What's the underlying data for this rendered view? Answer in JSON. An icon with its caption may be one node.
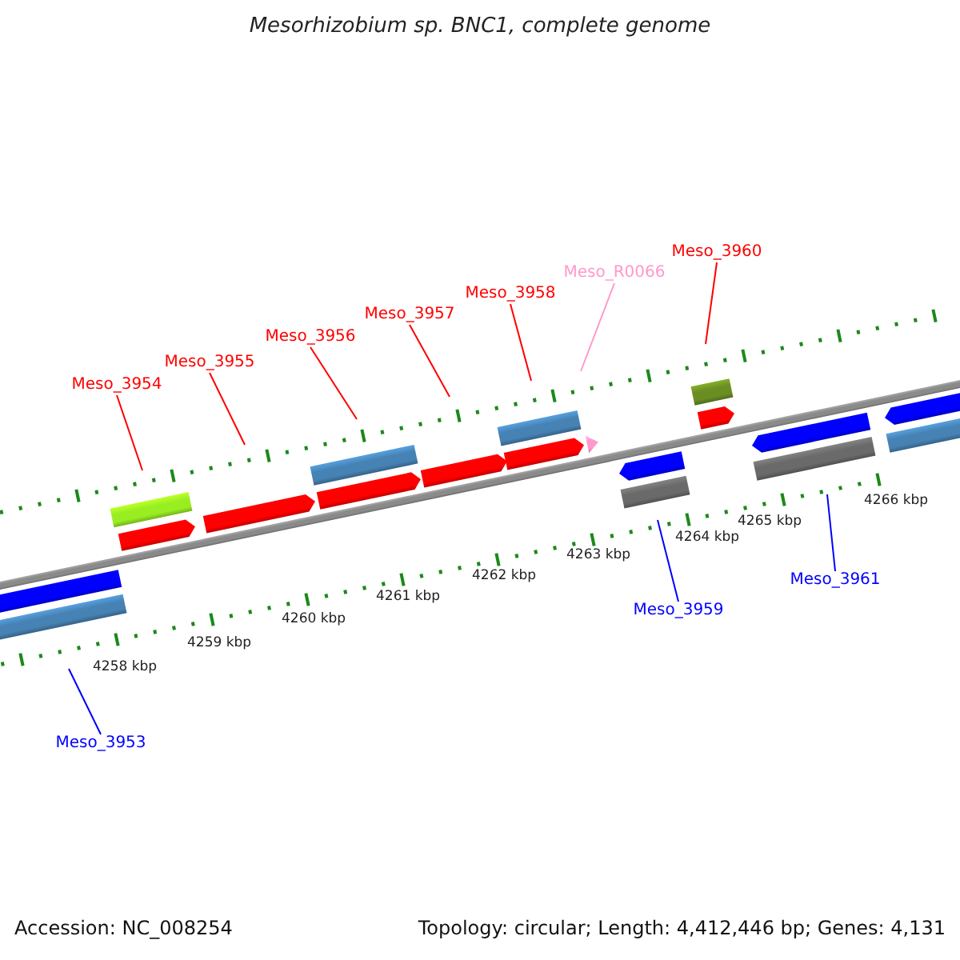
{
  "diagram": {
    "title": "Mesorhizobium sp. BNC1, complete genome",
    "nodes": [
      {
        "text": [
          "Meso_3954"
        ]
      },
      {
        "text": [
          "Meso_3955"
        ]
      },
      {
        "text": [
          "Meso_3956"
        ]
      },
      {
        "text": [
          "Meso_3957"
        ]
      },
      {
        "text": [
          "Meso_3958"
        ]
      },
      {
        "text": [
          "Meso_R0066"
        ]
      },
      {
        "text": [
          "Meso_3960"
        ]
      },
      {
        "text": [
          "Meso_3961"
        ]
      },
      {
        "text": [
          "Meso_3959"
        ]
      },
      {
        "text": [
          "Meso_3953"
        ]
      }
    ],
    "edges": [
      {
        "from": 0,
        "to": null,
        "arrow": "none"
      },
      {
        "from": 1,
        "to": null,
        "arrow": "none"
      },
      {
        "from": 2,
        "to": null,
        "arrow": "none"
      },
      {
        "from": 3,
        "to": null,
        "arrow": "none"
      },
      {
        "from": 4,
        "to": null,
        "arrow": "none"
      },
      {
        "from": 5,
        "to": null,
        "arrow": "none",
        "color": "#ff99cc"
      },
      {
        "from": 6,
        "to": null,
        "arrow": "none"
      },
      {
        "from": 7,
        "to": null,
        "arrow": "none",
        "color": "#0000ff"
      },
      {
        "from": 8,
        "to": null,
        "arrow": "none",
        "color": "#0000ff"
      },
      {
        "from": 9,
        "to": null,
        "arrow": "none",
        "color": "#0000ff"
      }
    ],
    "labels": [
      "4266 kbp",
      "4265 kbp",
      "4264 kbp",
      "4263 kbp",
      "4262 kbp",
      "4261 kbp",
      "4260 kbp",
      "4259 kbp",
      "4258 kbp",
      "Accession: NC_008254",
      "Topology: circular; Length: 4,412,446 bp; Genes: 4,131"
    ]
  }
}
